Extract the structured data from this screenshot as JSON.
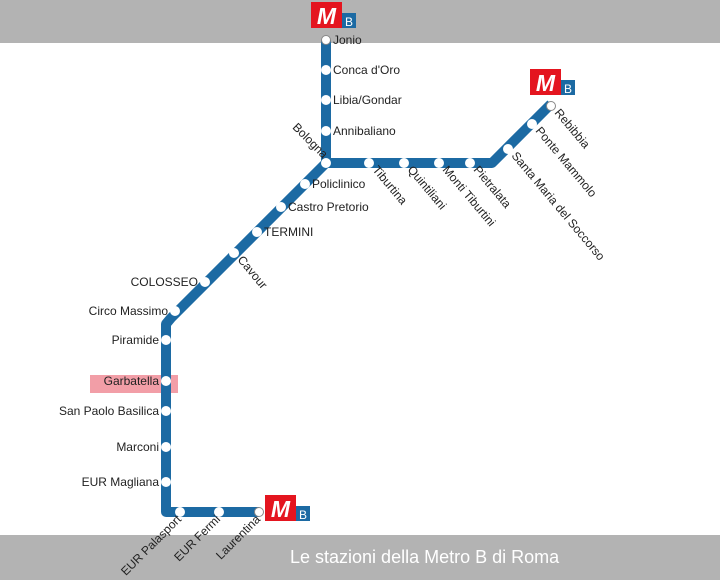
{
  "title": "Le stazioni della Metro B di Roma",
  "line_color": "#1c6aa3",
  "logo": {
    "letter": "M",
    "line": "B",
    "red": "#e4151f",
    "blue": "#1c6aa3"
  },
  "highlighted_station": "Garbatella",
  "stations": [
    "Jonio",
    "Conca d'Oro",
    "Libia/Gondar",
    "Annibaliano",
    "Bologna",
    "Tiburtina",
    "Quintiliani",
    "Monti Tiburtini",
    "Pietralata",
    "Santa Maria del Soccorso",
    "Ponte Mammolo",
    "Rebibbia",
    "Policlinico",
    "Castro Pretorio",
    "TERMINI",
    "Cavour",
    "COLOSSEO",
    "Circo Massimo",
    "Piramide",
    "Garbatella",
    "San Paolo Basilica",
    "Marconi",
    "EUR Magliana",
    "EUR Palasport",
    "EUR Fermi",
    "Laurentina"
  ]
}
